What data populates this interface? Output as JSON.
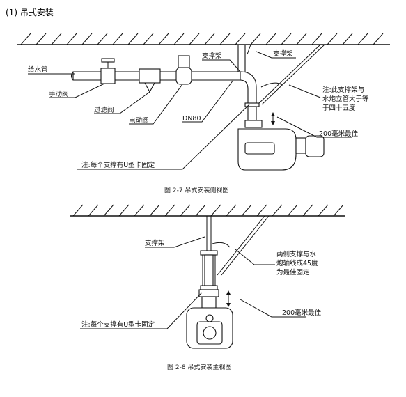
{
  "heading": "(1)  吊式安装",
  "fig1": {
    "caption": "图 2-7  吊式安装侧视图",
    "labels": {
      "water_pipe": "给水管",
      "manual_valve": "手动阀",
      "filter_valve": "过滤阀",
      "electric_valve": "电动阀",
      "dn": "DN80",
      "bracket_left": "支撑架",
      "bracket_right": "支撑架",
      "note_line1": "注:此支撑架与",
      "note_line2": "水炮立管大于等",
      "note_line3": "于四十五度",
      "distance": "200毫米最佳",
      "u_clamp": "注:每个支撑有U型卡固定"
    }
  },
  "fig2": {
    "caption": "图 2-8  吊式安装主视图",
    "labels": {
      "bracket": "支撑架",
      "note_line1": "两侧支撑与水",
      "note_line2": "炮轴线成45度",
      "note_line3": "为最佳固定",
      "distance": "200毫米最佳",
      "u_clamp": "注:每个支撑有U型卡固定"
    }
  }
}
